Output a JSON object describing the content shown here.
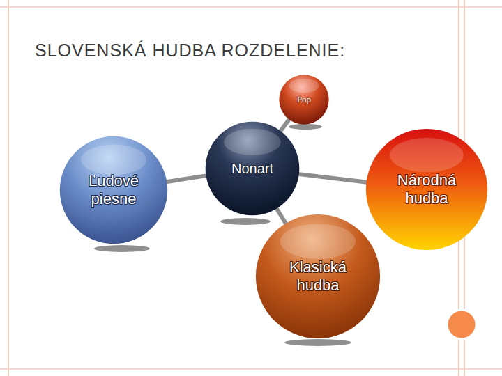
{
  "diagram": {
    "title": "SLOVENSKÁ HUDBA ROZDELENIE:",
    "nodes": [
      {
        "text": [
          "Pop"
        ]
      },
      {
        "text": [
          "Ľudové piesne"
        ]
      },
      {
        "text": [
          "Nonart"
        ]
      },
      {
        "text": [
          "Národná hudba"
        ]
      },
      {
        "text": [
          "Klasická hudba"
        ]
      }
    ],
    "edges": [
      {
        "from": 2,
        "to": 0,
        "arrow": "none"
      },
      {
        "from": 2,
        "to": 1,
        "arrow": "none"
      },
      {
        "from": 2,
        "to": 3,
        "arrow": "none"
      },
      {
        "from": 2,
        "to": 4,
        "arrow": "none"
      }
    ]
  }
}
